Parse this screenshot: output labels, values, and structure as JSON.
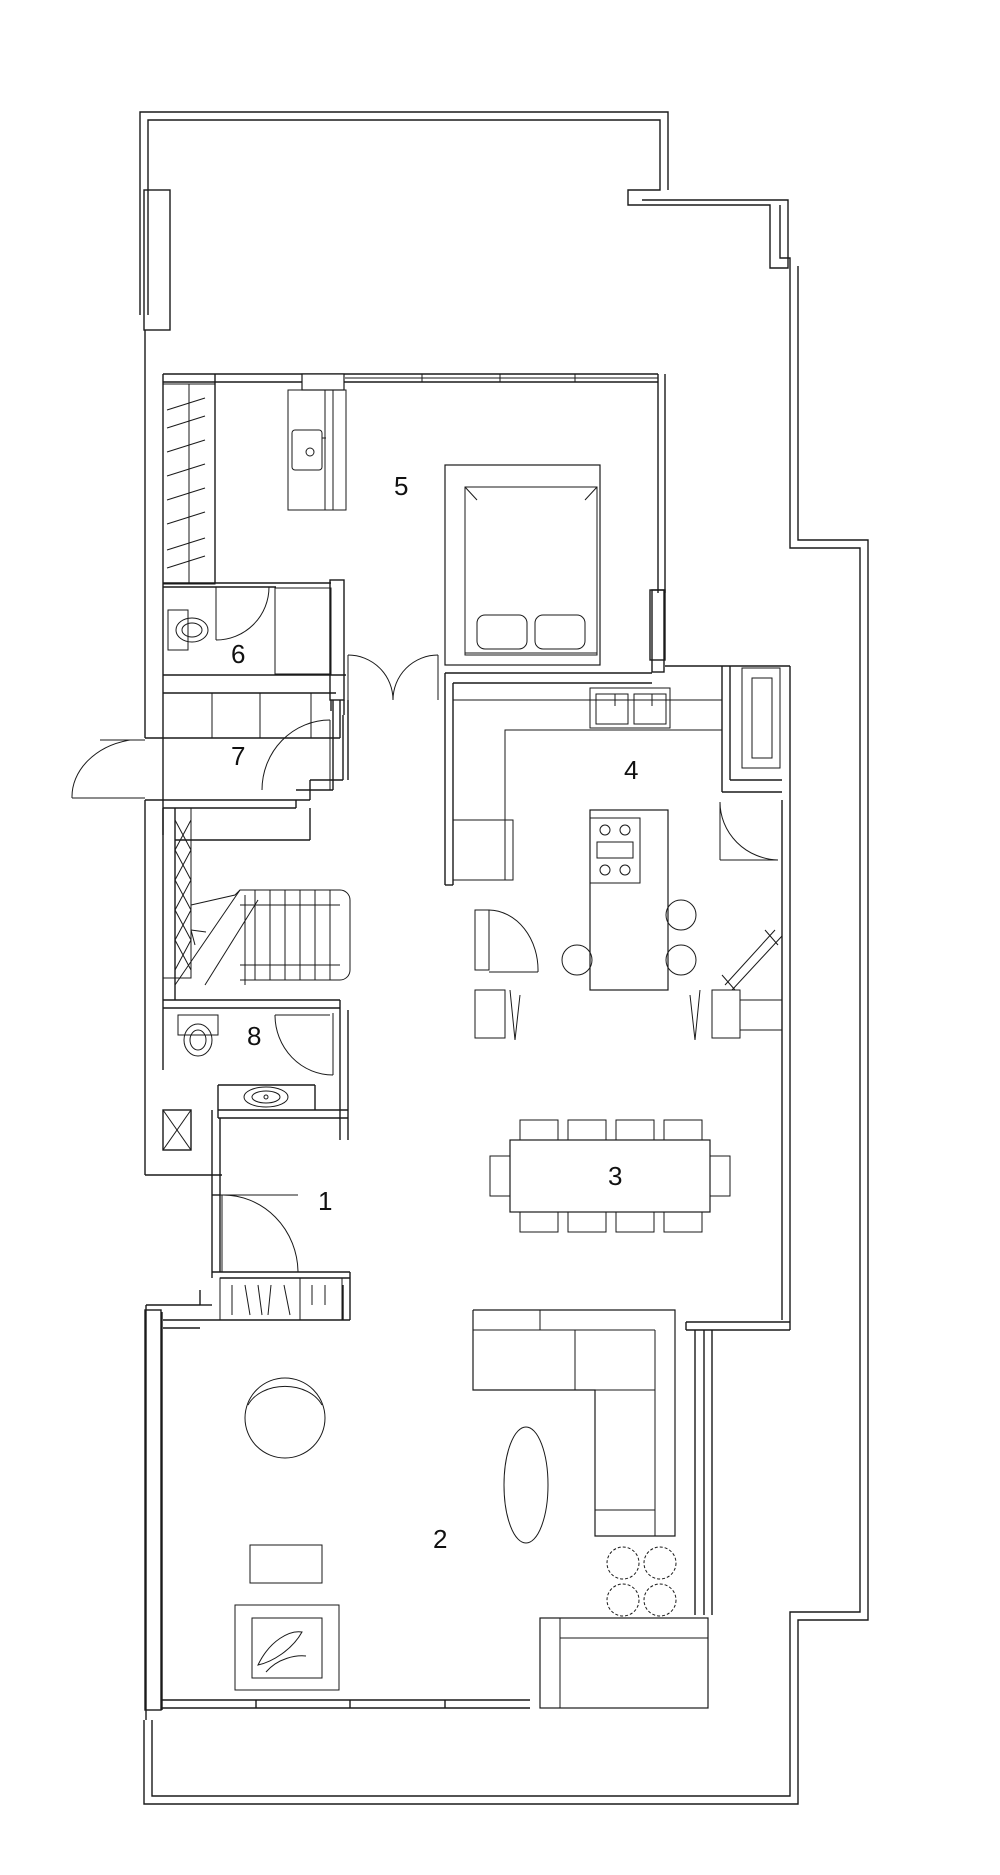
{
  "plan": {
    "rooms": [
      {
        "id": "r1",
        "label": "1"
      },
      {
        "id": "r2",
        "label": "2"
      },
      {
        "id": "r3",
        "label": "3"
      },
      {
        "id": "r4",
        "label": "4"
      },
      {
        "id": "r5",
        "label": "5"
      },
      {
        "id": "r6",
        "label": "6"
      },
      {
        "id": "r7",
        "label": "7"
      },
      {
        "id": "r8",
        "label": "8"
      }
    ]
  }
}
